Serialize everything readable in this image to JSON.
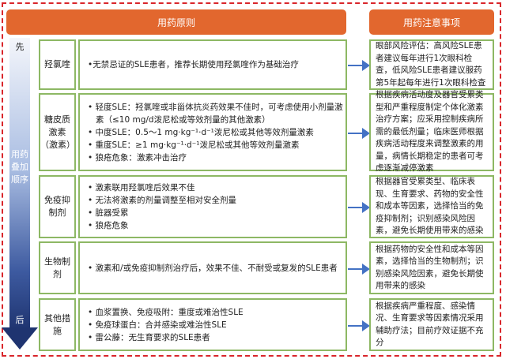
{
  "headers": {
    "principles": "用药原则",
    "precautions": "用药注意事项"
  },
  "order": {
    "first": "先",
    "middle": "用药叠加顺序",
    "last": "后"
  },
  "rows": [
    {
      "label": "羟氯喹",
      "items": [
        "•无禁忌证的SLE患者，推荐长期使用羟氯喹作为基础治疗"
      ],
      "note": "眼部风险评估：高风险SLE患者建议每年进行1次眼科检查，低风险SLE患者建议服药第5年起每年进行1次眼科检查"
    },
    {
      "label": "糖皮质激素（激素）",
      "items": [
        "• 轻度SLE：羟氯喹或非甾体抗炎药效果不佳时，可考虑使用小剂量激素（≤10 mg/d泼尼松或等效剂量的其他激素）",
        "• 中度SLE：0.5～1 mg·kg⁻¹·d⁻¹泼尼松或其他等效剂量激素",
        "• 重度SLE：≥1 mg·kg⁻¹·d⁻¹泼尼松或其他等效剂量激素",
        "• 狼疮危象：激素冲击治疗"
      ],
      "note": "根据疾病活动度及器官受累类型和严重程度制定个体化激素治疗方案；应采用控制疾病所需的最低剂量；临床医师根据疾病活动程度来调整激素的用量，病情长期稳定的患者可考虑逐渐减停激素"
    },
    {
      "label": "免疫抑制剂",
      "items": [
        "• 激素联用羟氯喹后效果不佳",
        "• 无法将激素的剂量调整至相对安全剂量",
        "• 脏器受累",
        "• 狼疮危象"
      ],
      "note": "根据器官受累类型、临床表现、生育要求、药物的安全性和成本等因素，选择恰当的免疫抑制剂；识别感染风险因素，避免长期使用带来的感染"
    },
    {
      "label": "生物制剂",
      "items": [
        "• 激素和/或免疫抑制剂治疗后，效果不佳、不耐受或复发的SLE患者"
      ],
      "note": "根据药物的安全性和成本等因素，选择恰当的生物制剂；识别感染风险因素，避免长期使用带来的感染"
    },
    {
      "label": "其他措施",
      "items": [
        "• 血浆置换、免疫吸附：重度或难治性SLE",
        "• 免疫球蛋白：合并感染或难治性SLE",
        "• 雷公藤：无生育要求的SLE患者"
      ],
      "note": "根据疾病严重程度、感染情况、生育要求等因素情况采用辅助疗法；目前疗效证据不充分"
    }
  ]
}
